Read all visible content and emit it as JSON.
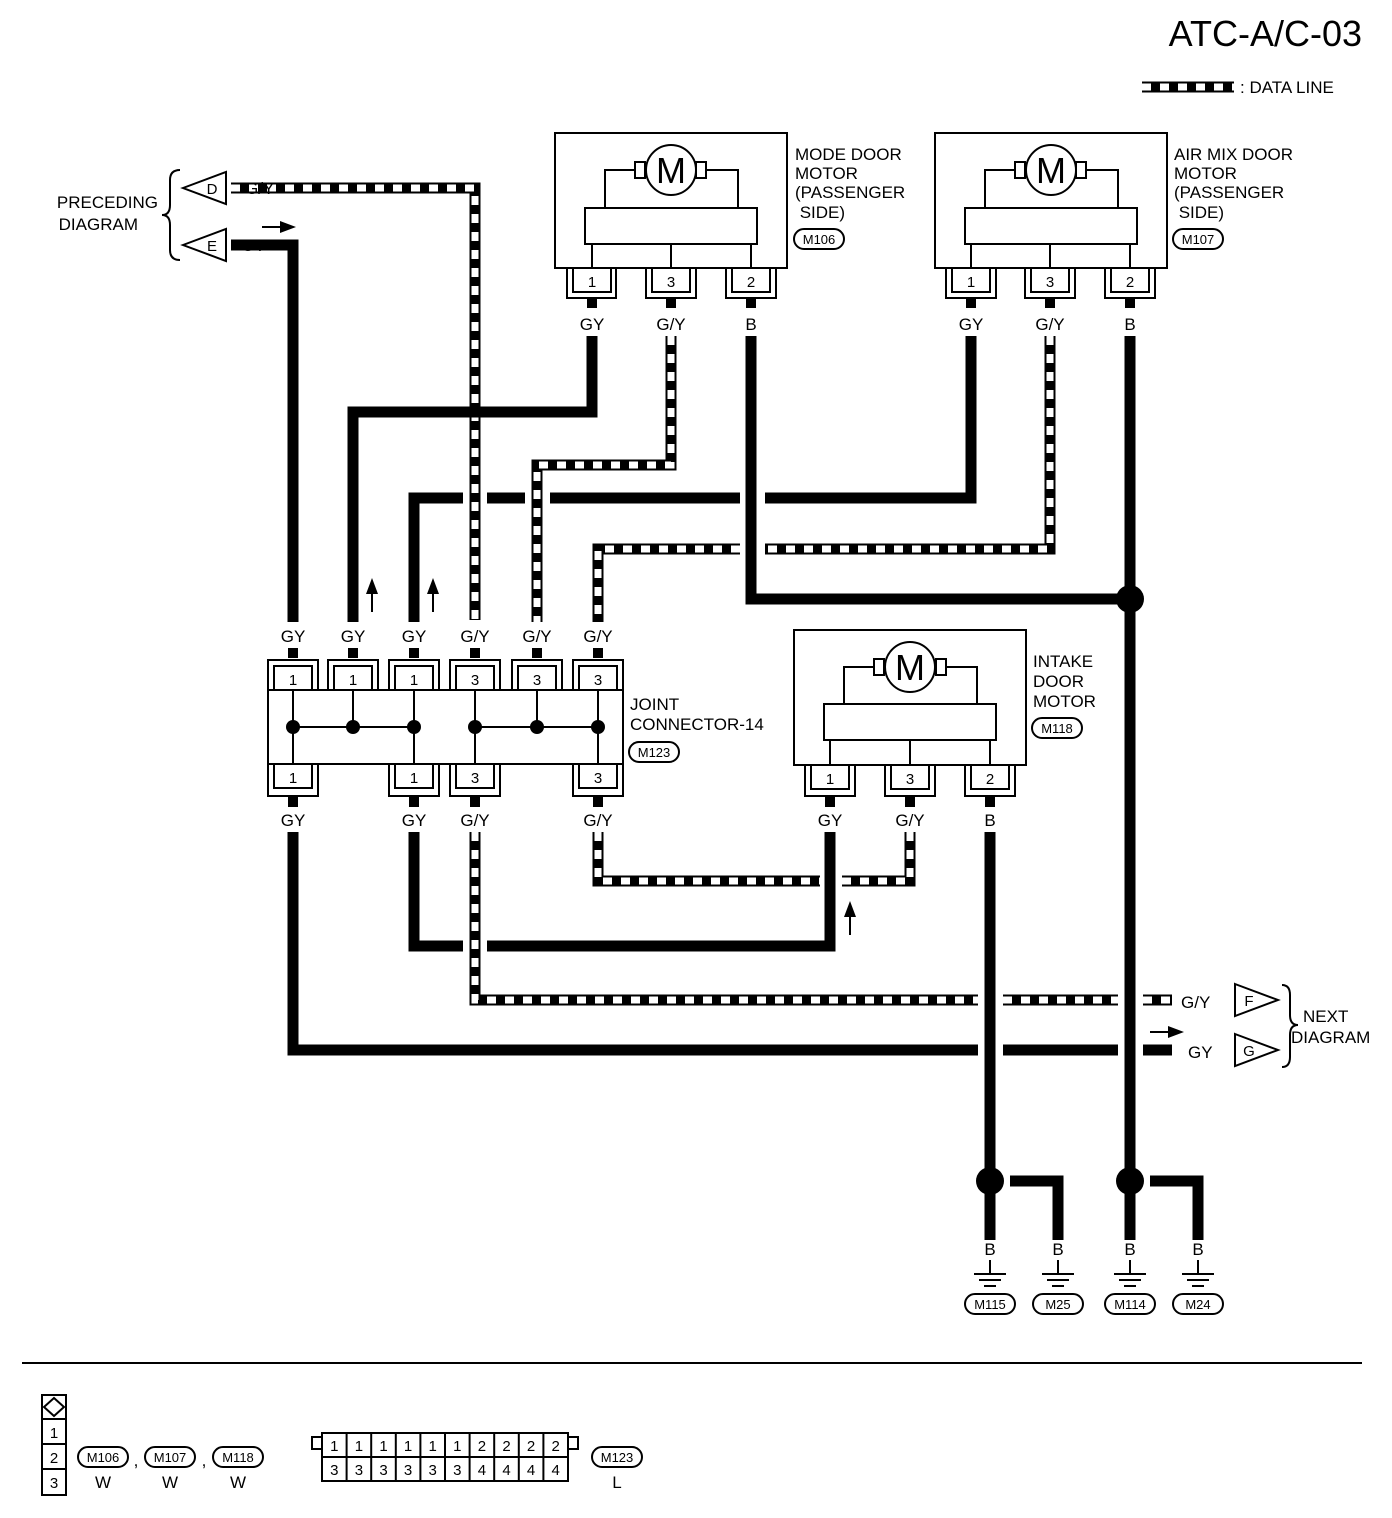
{
  "page_id": "ATC-A/C-03",
  "legend": {
    "data_line_label": ": DATA LINE"
  },
  "preceding": {
    "label_line1": "PRECEDING",
    "label_line2": "DIAGRAM",
    "conn_d": "D",
    "conn_e": "E",
    "wire_d": "G/Y",
    "wire_e": "GY"
  },
  "next": {
    "label_line1": "NEXT",
    "label_line2": "DIAGRAM",
    "conn_f": "F",
    "conn_g": "G",
    "wire_f": "G/Y",
    "wire_g": "GY"
  },
  "motor_symbol": "M",
  "mode_door": {
    "name_lines": [
      "MODE DOOR",
      "MOTOR",
      "(PASSENGER",
      " SIDE)"
    ],
    "connector": "M106",
    "pins": [
      "1",
      "3",
      "2"
    ],
    "wires": [
      "GY",
      "G/Y",
      "B"
    ]
  },
  "air_mix": {
    "name_lines": [
      "AIR MIX DOOR",
      "MOTOR",
      "(PASSENGER",
      " SIDE)"
    ],
    "connector": "M107",
    "pins": [
      "1",
      "3",
      "2"
    ],
    "wires": [
      "GY",
      "G/Y",
      "B"
    ]
  },
  "intake": {
    "name_lines": [
      "INTAKE",
      "DOOR",
      "MOTOR"
    ],
    "connector": "M118",
    "pins": [
      "1",
      "3",
      "2"
    ],
    "wires": [
      "GY",
      "G/Y",
      "B"
    ]
  },
  "joint": {
    "name_lines": [
      "JOINT",
      "CONNECTOR-14"
    ],
    "connector": "M123",
    "top_pins": [
      "1",
      "1",
      "1",
      "3",
      "3",
      "3"
    ],
    "top_wires": [
      "GY",
      "GY",
      "GY",
      "G/Y",
      "G/Y",
      "G/Y"
    ],
    "bottom_pins": [
      "1",
      "1",
      "3",
      "3"
    ],
    "bottom_wires": [
      "GY",
      "GY",
      "G/Y",
      "G/Y"
    ]
  },
  "grounds": [
    {
      "wire": "B",
      "connector": "M115"
    },
    {
      "wire": "B",
      "connector": "M25"
    },
    {
      "wire": "B",
      "connector": "M114"
    },
    {
      "wire": "B",
      "connector": "M24"
    }
  ],
  "connector_key": {
    "small_rows": [
      "1",
      "2",
      "3"
    ],
    "small_parts": [
      {
        "id": "M106",
        "color": "W"
      },
      {
        "id": "M107",
        "color": "W"
      },
      {
        "id": "M118",
        "color": "W"
      }
    ],
    "separator": ",",
    "large_top": [
      "1",
      "1",
      "1",
      "1",
      "1",
      "1",
      "2",
      "2",
      "2",
      "2"
    ],
    "large_bottom": [
      "3",
      "3",
      "3",
      "3",
      "3",
      "3",
      "4",
      "4",
      "4",
      "4"
    ],
    "large_part": {
      "id": "M123",
      "color": "L"
    }
  }
}
